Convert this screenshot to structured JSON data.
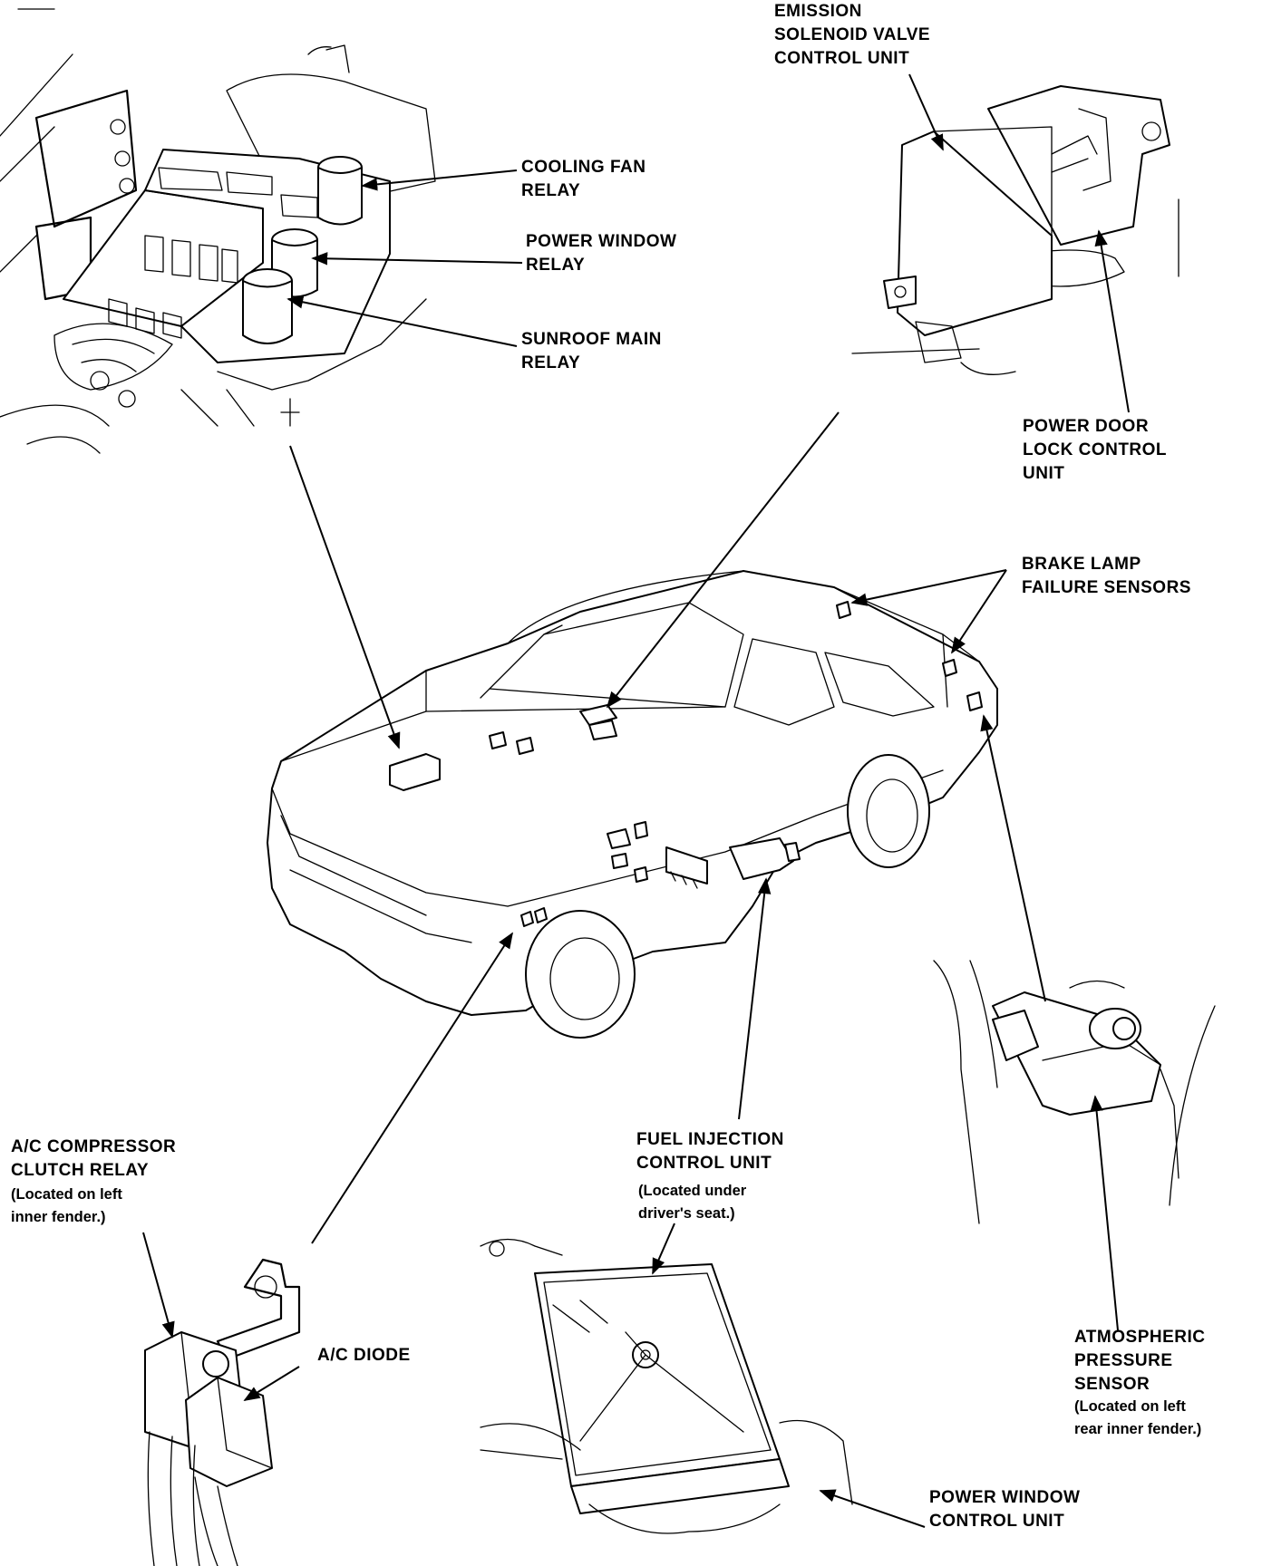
{
  "labels": {
    "emission": [
      "EMISSION",
      "SOLENOID VALVE",
      "CONTROL UNIT"
    ],
    "cooling_fan": [
      "COOLING FAN",
      "RELAY"
    ],
    "power_window_relay": [
      "POWER WINDOW",
      "RELAY"
    ],
    "sunroof": [
      "SUNROOF MAIN",
      "RELAY"
    ],
    "power_door_lock": [
      "POWER DOOR",
      "LOCK CONTROL",
      "UNIT"
    ],
    "brake_lamp": [
      "BRAKE LAMP",
      "FAILURE SENSORS"
    ],
    "ac_compressor": [
      "A/C COMPRESSOR",
      "CLUTCH RELAY"
    ],
    "ac_compressor_note": [
      "(Located on left",
      "inner fender.)"
    ],
    "ac_diode": [
      "A/C DIODE"
    ],
    "fuel_injection": [
      "FUEL INJECTION",
      "CONTROL UNIT"
    ],
    "fuel_injection_note": [
      "(Located under",
      "driver's seat.)"
    ],
    "atmospheric": [
      "ATMOSPHERIC",
      "PRESSURE",
      "SENSOR"
    ],
    "atmospheric_note": [
      "(Located on left",
      "rear inner fender.)"
    ],
    "power_window_control": [
      "POWER WINDOW",
      "CONTROL UNIT"
    ]
  }
}
